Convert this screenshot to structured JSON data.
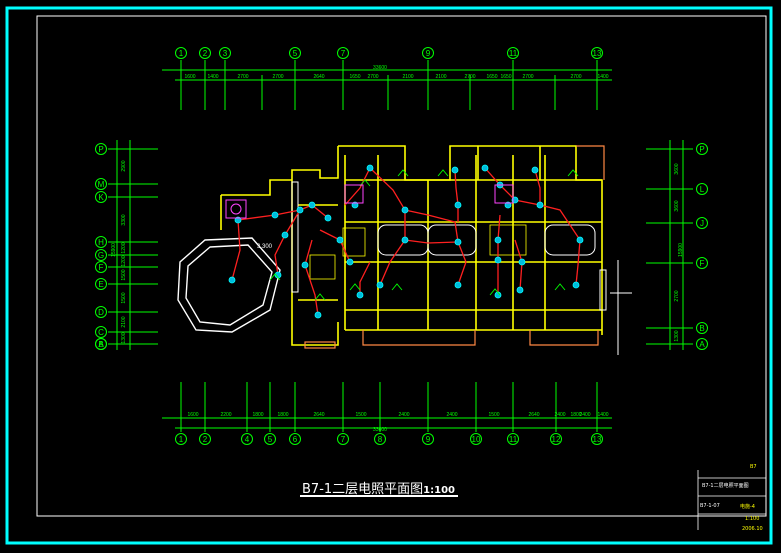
{
  "drawing": {
    "title": "B7-1二层电照平面图",
    "scale": "1:100",
    "axes_top": [
      "1",
      "2",
      "3",
      "5",
      "7",
      "9",
      "11",
      "13"
    ],
    "axes_bottom": [
      "1",
      "2",
      "4",
      "5",
      "6",
      "7",
      "8",
      "9",
      "10",
      "11",
      "12",
      "13"
    ],
    "axes_left": [
      "P",
      "M",
      "K",
      "H",
      "G",
      "F",
      "E",
      "D",
      "C",
      "B",
      "A"
    ],
    "axes_right": [
      "P",
      "L",
      "J",
      "F",
      "B",
      "A"
    ],
    "dims_top": [
      "1600",
      "1400",
      "2700",
      "2700",
      "2640",
      "1650",
      "2700",
      "2100",
      "2100",
      "2700",
      "1650",
      "1650",
      "2700",
      "2700",
      "1400"
    ],
    "dims_bottom": [
      "1600",
      "2200",
      "1800",
      "1800",
      "2640",
      "1500",
      "2400",
      "2400",
      "1500",
      "2640",
      "1800",
      "2400",
      "2400",
      "1400"
    ],
    "dims_left": [
      "2900",
      "3300",
      "1200",
      "1200",
      "1500",
      "1500",
      "2100",
      "1300"
    ],
    "dims_right": [
      "3600",
      "3600",
      "2700",
      "1300"
    ],
    "total_top": "33600",
    "total_bottom": "33600",
    "total_left": "15900",
    "total_right": "15900",
    "room_label": "3.300",
    "colors": {
      "frame": "#00ffff",
      "wall": "#ffff00",
      "axis": "#00ff00",
      "fixture": "#00ffff",
      "wire": "#ff2020",
      "window": "#ffffff",
      "misc": "#ff44ff"
    }
  },
  "titleblock": {
    "code": "B7",
    "name": "B7-1二层电照平面图",
    "sheet": "B7-1-07",
    "category": "电施-4",
    "scale": "1:100",
    "date": "2006.10"
  }
}
